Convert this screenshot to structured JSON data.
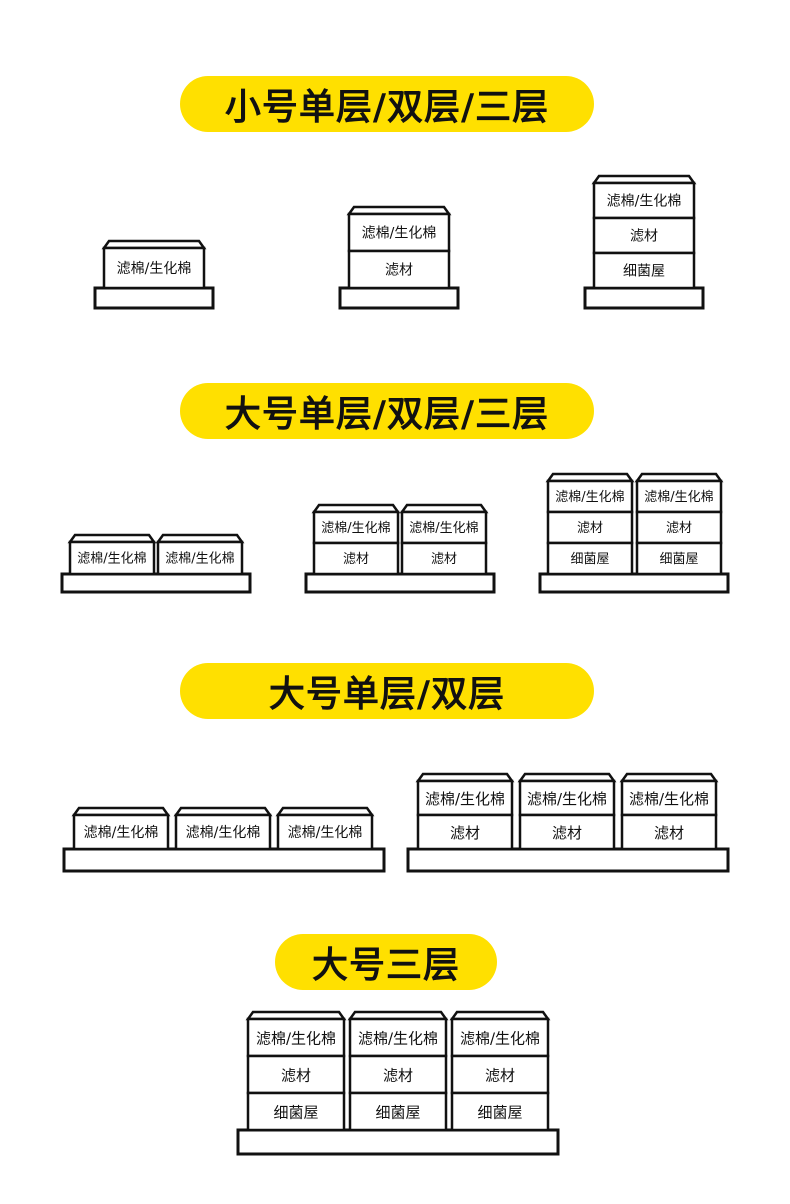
{
  "sections": [
    {
      "title": "小号单层/双层/三层"
    },
    {
      "title": "大号单层/双层/三层"
    },
    {
      "title": "大号单层/双层"
    },
    {
      "title": "大号三层"
    }
  ],
  "labels": {
    "top": "滤棉/生化棉",
    "middle": "滤材",
    "bottom": "细菌屋"
  },
  "colors": {
    "accent": "#ffe000",
    "line": "#111111",
    "background": "#ffffff"
  }
}
